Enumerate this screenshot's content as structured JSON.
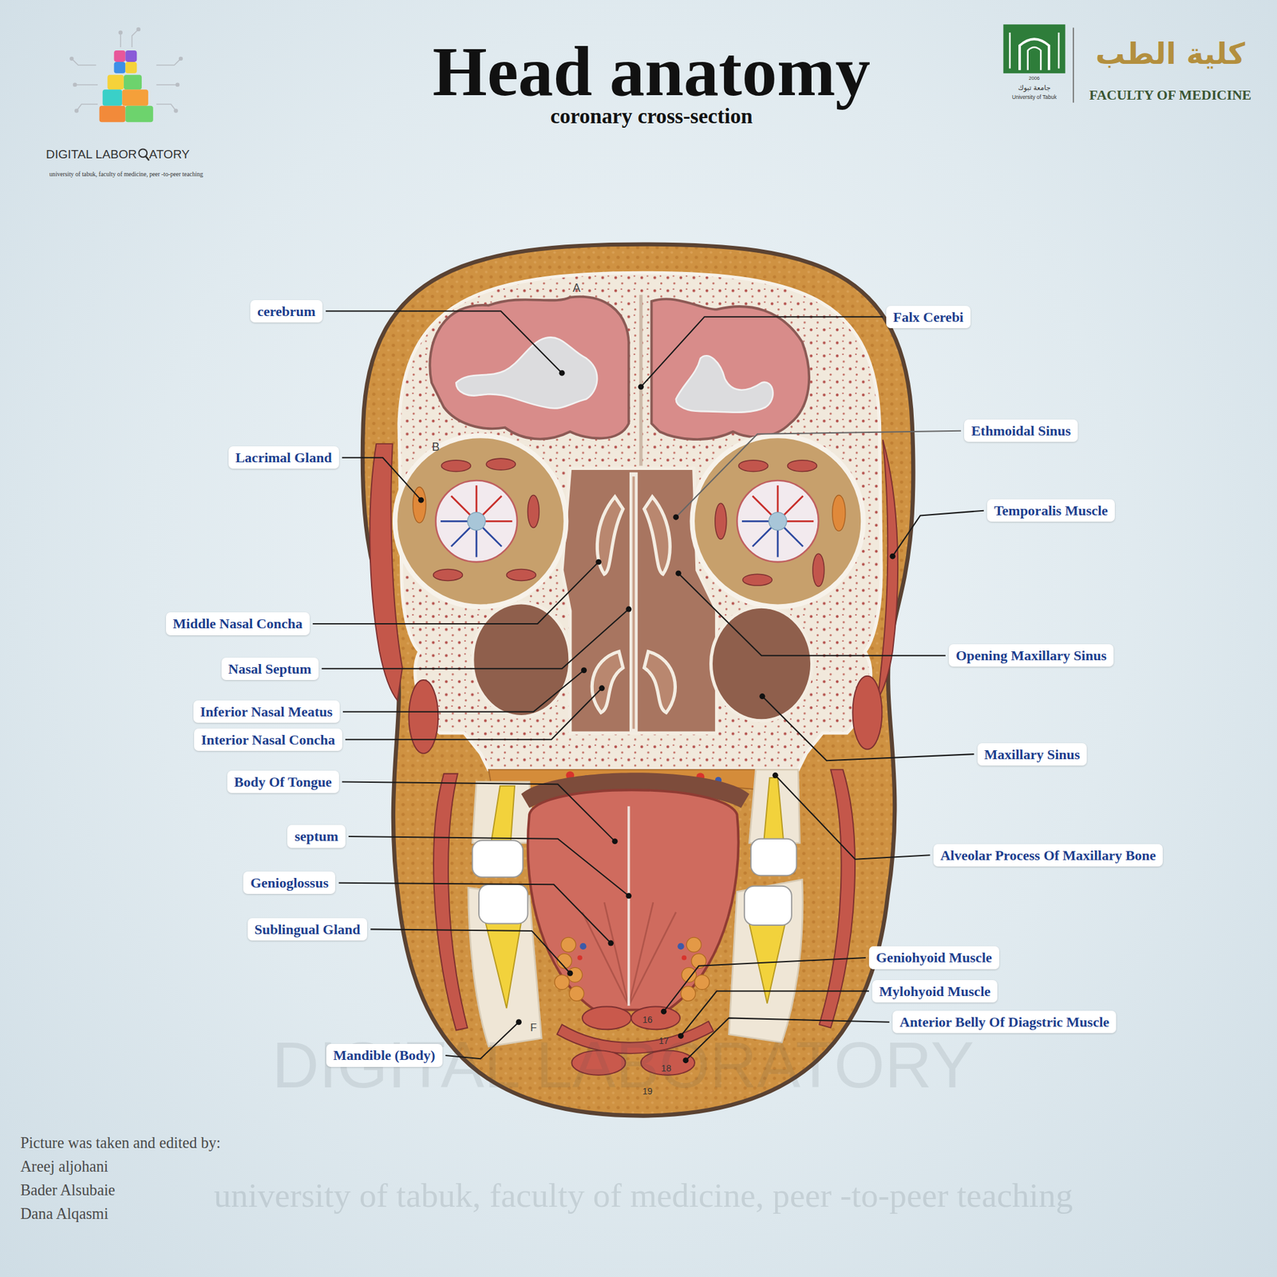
{
  "diagram": {
    "title": "Head anatomy",
    "nodes": [
      {
        "text": [
          "cerebrum"
        ]
      },
      {
        "text": [
          "Falx Cerebi"
        ]
      },
      {
        "text": [
          "Ethmoidal Sinus"
        ]
      },
      {
        "text": [
          "Lacrimal Gland"
        ]
      },
      {
        "text": [
          "Temporalis Muscle"
        ]
      },
      {
        "text": [
          "Middle Nasal Concha"
        ]
      },
      {
        "text": [
          "Opening Maxillary Sinus"
        ]
      },
      {
        "text": [
          "Nasal Septum"
        ]
      },
      {
        "text": [
          "Inferior Nasal Meatus"
        ]
      },
      {
        "text": [
          "Interior Nasal Concha"
        ]
      },
      {
        "text": [
          "Maxillary Sinus"
        ]
      },
      {
        "text": [
          "Body Of Tongue"
        ]
      },
      {
        "text": [
          "septum"
        ]
      },
      {
        "text": [
          "Alveolar Process Of Maxillary Bone"
        ]
      },
      {
        "text": [
          "Genioglossus"
        ]
      },
      {
        "text": [
          "Sublingual Gland"
        ]
      },
      {
        "text": [
          "Geniohyoid Muscle"
        ]
      },
      {
        "text": [
          "Mylohyoid Muscle"
        ]
      },
      {
        "text": [
          "Anterior Belly Of Diagstric Muscle"
        ]
      },
      {
        "text": [
          "Mandible (Body)"
        ]
      }
    ],
    "labels": [
      "coronary cross-section",
      "DIGITAL LABOR",
      "ATORY",
      "university of tabuk, faculty of medicine, peer -to-peer teaching",
      "كلية الطب",
      "FACULTY OF MEDICINE",
      "2006",
      "جامعة تبوك",
      "University of Tabuk",
      "A",
      "B",
      "F",
      "16",
      "17",
      "18",
      "19",
      "DIGITAL LABORATORY",
      "university of tabuk, faculty of medicine, peer -to-peer teaching",
      "Picture was taken and edited by:",
      "Areej aljohani",
      "Bader Alsubaie",
      "Dana Alqasmi"
    ]
  }
}
